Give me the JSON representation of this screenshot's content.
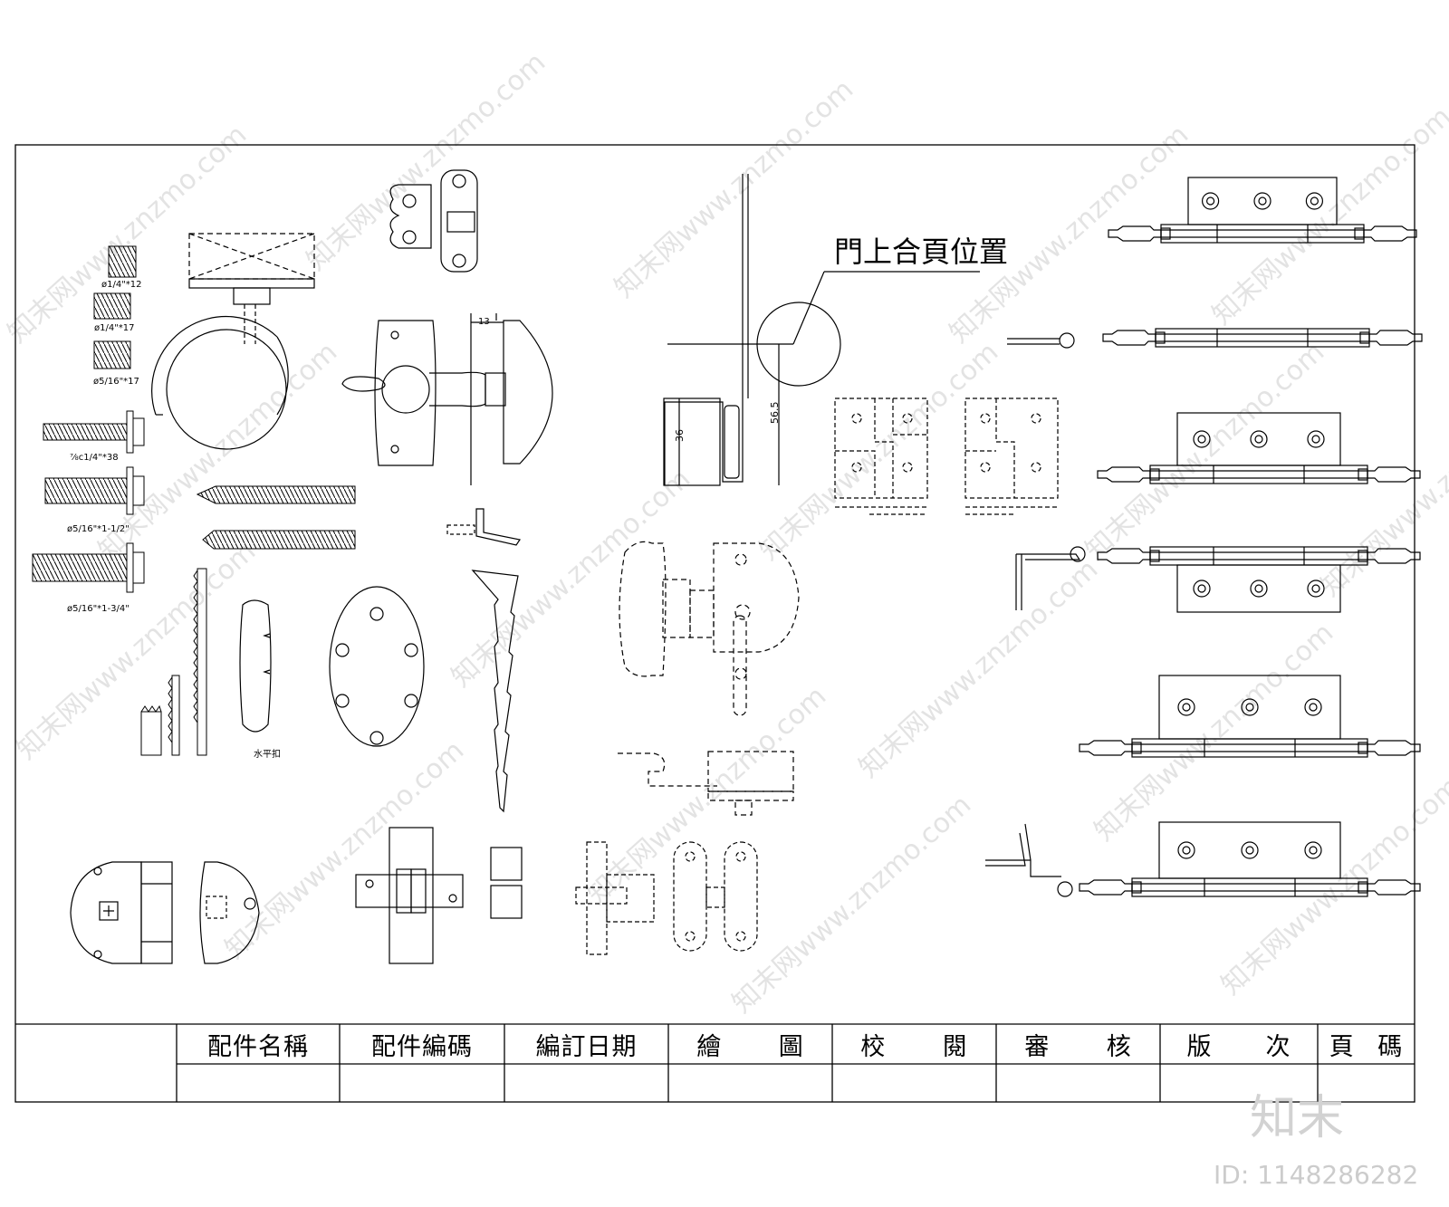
{
  "annotation": {
    "door_hinge_position": "門上合頁位置",
    "dim_13": "13",
    "dim_36": "36",
    "dim_56_5": "56.5"
  },
  "screw_labels": [
    "ø1/4\"*12",
    "ø1/4\"*17",
    "ø5/16\"*17",
    "⅞c1/4\"*38",
    "ø5/16\"*1-1/2\"",
    "ø5/16\"*1-3/4\""
  ],
  "small_label": "水平扣",
  "title_block": {
    "headers": [
      "配件名稱",
      "配件編碼",
      "編訂日期",
      "繪圖",
      "校閱",
      "審核",
      "版次",
      "頁碼"
    ]
  },
  "watermark": {
    "text": "知末网www.znzmo.com",
    "logo": "知末",
    "id": "ID: 1148286282"
  },
  "colors": {
    "line": "#000000",
    "watermark": "#d8d8d8"
  }
}
